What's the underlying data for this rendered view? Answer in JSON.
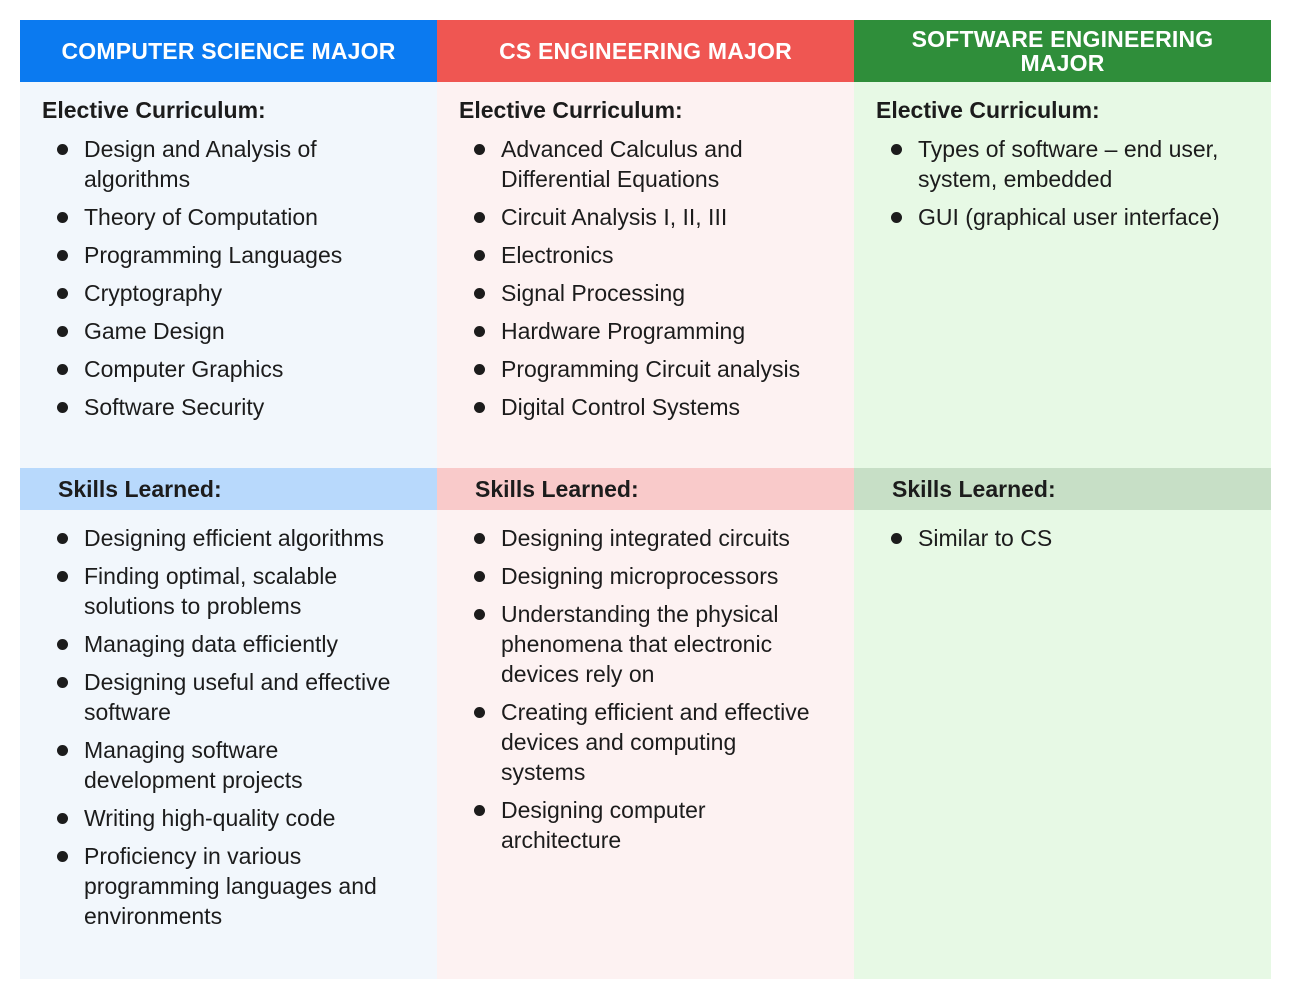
{
  "columns": [
    {
      "header": "COMPUTER SCIENCE MAJOR",
      "elective_title": "Elective Curriculum:",
      "electives": [
        "Design and Analysis of algorithms",
        "Theory of Computation",
        "Programming Languages",
        "Cryptography",
        "Game Design",
        "Computer Graphics",
        "Software Security"
      ],
      "skills_title": "Skills Learned:",
      "skills": [
        "Designing efficient algorithms",
        "Finding optimal, scalable solutions to problems",
        "Managing data efficiently",
        "Designing useful and effective software",
        "Managing software development projects",
        "Writing high-quality code",
        "Proficiency in various programming languages and environments"
      ]
    },
    {
      "header": "CS ENGINEERING MAJOR",
      "elective_title": "Elective Curriculum:",
      "electives": [
        "Advanced Calculus and Differential Equations",
        "Circuit Analysis I, II, III",
        "Electronics",
        "Signal Processing",
        "Hardware Programming",
        "Programming Circuit analysis",
        "Digital Control Systems"
      ],
      "skills_title": "Skills Learned:",
      "skills": [
        "Designing integrated circuits",
        "Designing microprocessors",
        "Understanding the physical phenomena that electronic devices rely on",
        "Creating efficient and effective devices and computing systems",
        "Designing computer architecture"
      ]
    },
    {
      "header": "SOFTWARE ENGINEERING MAJOR",
      "elective_title": "Elective Curriculum:",
      "electives": [
        "Types of software – end user, system, embedded",
        "GUI (graphical user interface)"
      ],
      "skills_title": "Skills Learned:",
      "skills": [
        "Similar to CS"
      ]
    }
  ],
  "colors": {
    "cs_header": "#0b7af0",
    "cse_header": "#ef5652",
    "se_header": "#2f8e3a"
  }
}
